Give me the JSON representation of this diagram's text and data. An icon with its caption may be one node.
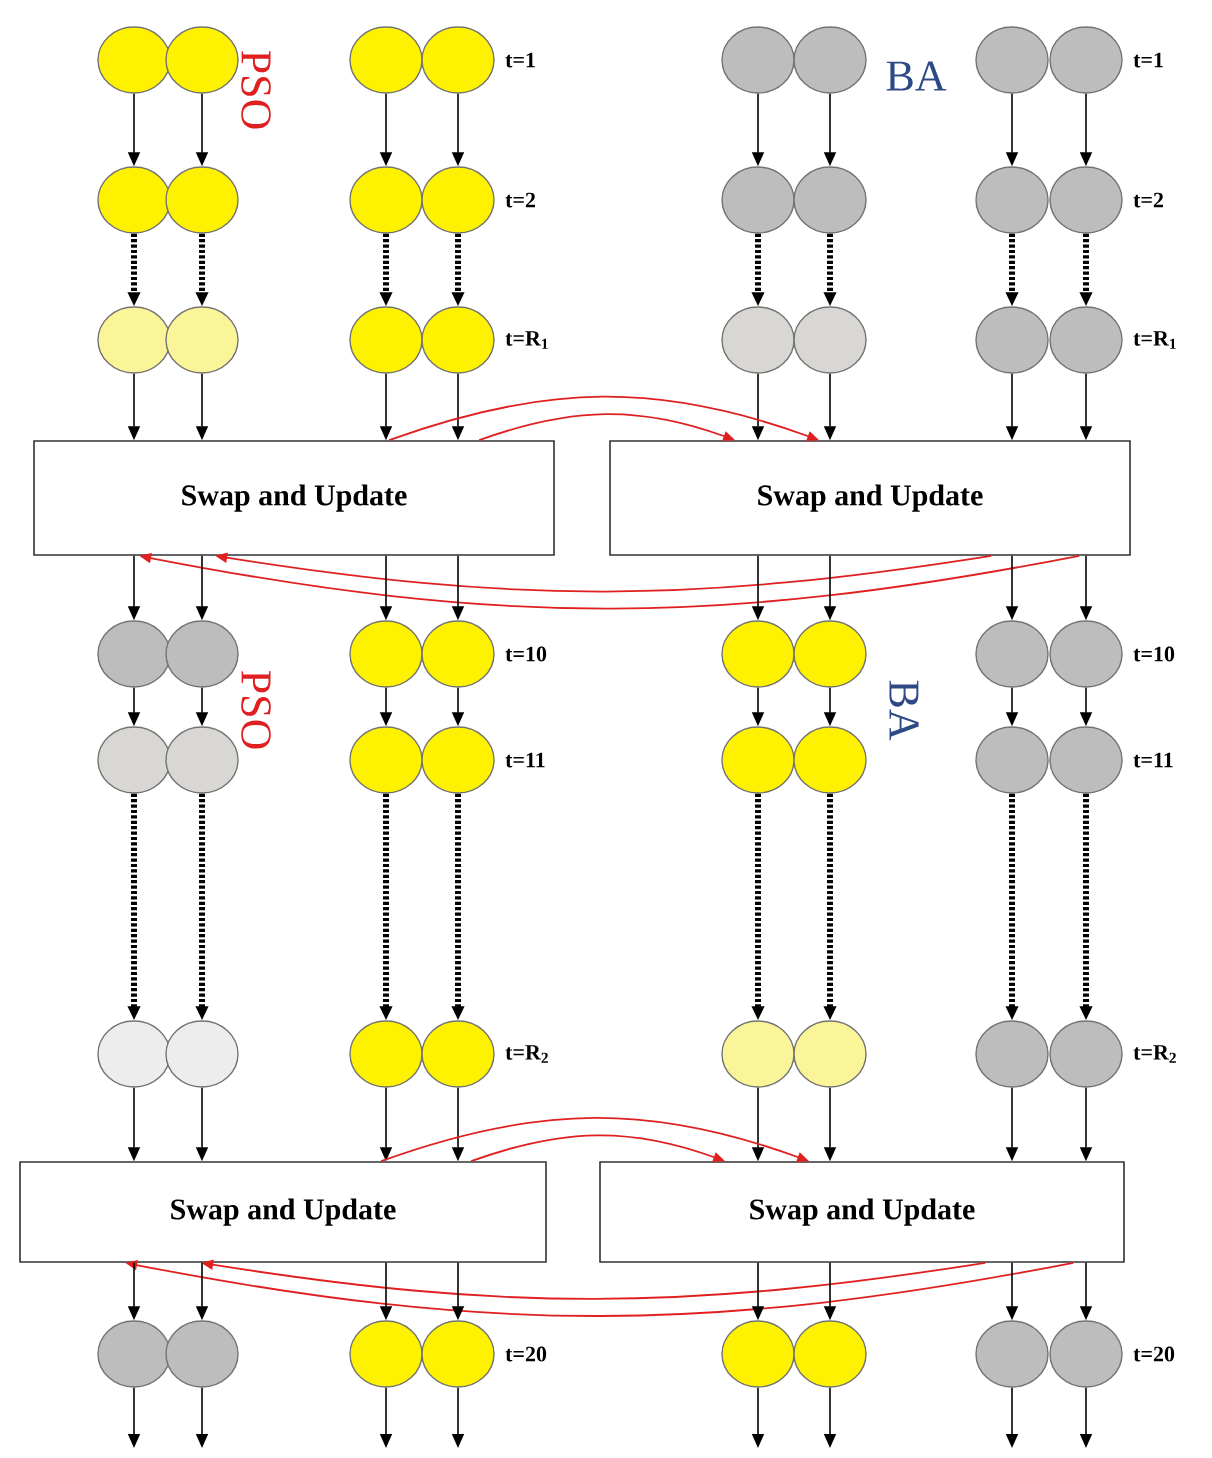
{
  "diagram": {
    "nodes": [
      {
        "text": [],
        "shape": "circle"
      },
      {
        "text": [],
        "shape": "circle"
      },
      {
        "text": [],
        "shape": "circle"
      },
      {
        "text": [],
        "shape": "circle",
        "beside": [
          "t=1"
        ]
      },
      {
        "text": [],
        "shape": "circle"
      },
      {
        "text": [],
        "shape": "circle"
      },
      {
        "text": [],
        "shape": "circle"
      },
      {
        "text": [],
        "shape": "circle",
        "beside": [
          "t=1"
        ]
      },
      {
        "text": [],
        "shape": "circle"
      },
      {
        "text": [],
        "shape": "circle"
      },
      {
        "text": [],
        "shape": "circle"
      },
      {
        "text": [],
        "shape": "circle",
        "beside": [
          "t=2"
        ]
      },
      {
        "text": [],
        "shape": "circle"
      },
      {
        "text": [],
        "shape": "circle"
      },
      {
        "text": [],
        "shape": "circle"
      },
      {
        "text": [],
        "shape": "circle",
        "beside": [
          "t=2"
        ]
      },
      {
        "text": [],
        "shape": "circle"
      },
      {
        "text": [],
        "shape": "circle"
      },
      {
        "text": [],
        "shape": "circle"
      },
      {
        "text": [],
        "shape": "circle",
        "beside": [
          "t=R$_{1}$"
        ]
      },
      {
        "text": [],
        "shape": "circle"
      },
      {
        "text": [],
        "shape": "circle"
      },
      {
        "text": [],
        "shape": "circle"
      },
      {
        "text": [],
        "shape": "circle",
        "beside": [
          "t=R$_{1}$"
        ]
      },
      {
        "text": [
          "Swap and Update"
        ]
      },
      {
        "text": [
          "Swap and Update"
        ]
      },
      {
        "text": [],
        "shape": "circle"
      },
      {
        "text": [],
        "shape": "circle"
      },
      {
        "text": [],
        "shape": "circle"
      },
      {
        "text": [],
        "shape": "circle",
        "beside": [
          "t=10"
        ]
      },
      {
        "text": [],
        "shape": "circle"
      },
      {
        "text": [],
        "shape": "circle"
      },
      {
        "text": [],
        "shape": "circle"
      },
      {
        "text": [],
        "shape": "circle",
        "beside": [
          "t=10"
        ]
      },
      {
        "text": [],
        "shape": "circle"
      },
      {
        "text": [],
        "shape": "circle"
      },
      {
        "text": [],
        "shape": "circle"
      },
      {
        "text": [],
        "shape": "circle",
        "beside": [
          "t=11"
        ]
      },
      {
        "text": [],
        "shape": "circle"
      },
      {
        "text": [],
        "shape": "circle"
      },
      {
        "text": [],
        "shape": "circle"
      },
      {
        "text": [],
        "shape": "circle",
        "beside": [
          "t=11"
        ]
      },
      {
        "text": [],
        "shape": "circle"
      },
      {
        "text": [],
        "shape": "circle"
      },
      {
        "text": [],
        "shape": "circle"
      },
      {
        "text": [],
        "shape": "circle",
        "beside": [
          "t=R$_{2}$"
        ]
      },
      {
        "text": [],
        "shape": "circle"
      },
      {
        "text": [],
        "shape": "circle"
      },
      {
        "text": [],
        "shape": "circle"
      },
      {
        "text": [],
        "shape": "circle",
        "beside": [
          "t=R$_{2}$"
        ]
      },
      {
        "text": [
          "Swap and Update"
        ]
      },
      {
        "text": [
          "Swap and Update"
        ]
      },
      {
        "text": [],
        "shape": "circle"
      },
      {
        "text": [],
        "shape": "circle"
      },
      {
        "text": [],
        "shape": "circle"
      },
      {
        "text": [],
        "shape": "circle",
        "beside": [
          "t=20"
        ]
      },
      {
        "text": [],
        "shape": "circle"
      },
      {
        "text": [],
        "shape": "circle"
      },
      {
        "text": [],
        "shape": "circle"
      },
      {
        "text": [],
        "shape": "circle",
        "beside": [
          "t=20"
        ]
      }
    ],
    "edges": [
      {
        "from": 0,
        "to": 8,
        "arrow": "to"
      },
      {
        "from": 1,
        "to": 9,
        "arrow": "to"
      },
      {
        "from": 2,
        "to": 10,
        "arrow": "to"
      },
      {
        "from": 3,
        "to": 11,
        "arrow": "to"
      },
      {
        "from": 4,
        "to": 12,
        "arrow": "to"
      },
      {
        "from": 5,
        "to": 13,
        "arrow": "to"
      },
      {
        "from": 6,
        "to": 14,
        "arrow": "to"
      },
      {
        "from": 7,
        "to": 15,
        "arrow": "to"
      },
      {
        "from": 8,
        "to": 16,
        "arrow": "to",
        "style": "dashed"
      },
      {
        "from": 9,
        "to": 17,
        "arrow": "to",
        "style": "dashed"
      },
      {
        "from": 10,
        "to": 18,
        "arrow": "to",
        "style": "dashed"
      },
      {
        "from": 11,
        "to": 19,
        "arrow": "to",
        "style": "dashed"
      },
      {
        "from": 12,
        "to": 20,
        "arrow": "to",
        "style": "dashed"
      },
      {
        "from": 13,
        "to": 21,
        "arrow": "to",
        "style": "dashed"
      },
      {
        "from": 14,
        "to": 22,
        "arrow": "to",
        "style": "dashed"
      },
      {
        "from": 15,
        "to": 23,
        "arrow": "to",
        "style": "dashed"
      },
      {
        "from": 16,
        "to": 24,
        "arrow": "to"
      },
      {
        "from": 17,
        "to": 24,
        "arrow": "to"
      },
      {
        "from": 18,
        "to": 24,
        "arrow": "to"
      },
      {
        "from": 19,
        "to": 24,
        "arrow": "to"
      },
      {
        "from": 20,
        "to": 25,
        "arrow": "to"
      },
      {
        "from": 21,
        "to": 25,
        "arrow": "to"
      },
      {
        "from": 22,
        "to": 25,
        "arrow": "to"
      },
      {
        "from": 23,
        "to": 25,
        "arrow": "to"
      },
      {
        "from": 24,
        "to": 25,
        "arrow": "to",
        "color": "#e02020"
      },
      {
        "from": 24,
        "to": 25,
        "arrow": "to",
        "color": "#e02020"
      },
      {
        "from": 25,
        "to": 24,
        "arrow": "to",
        "color": "#e02020"
      },
      {
        "from": 25,
        "to": 24,
        "arrow": "to",
        "color": "#e02020"
      },
      {
        "from": 24,
        "to": 26,
        "arrow": "to"
      },
      {
        "from": 24,
        "to": 27,
        "arrow": "to"
      },
      {
        "from": 24,
        "to": 28,
        "arrow": "to"
      },
      {
        "from": 24,
        "to": 29,
        "arrow": "to"
      },
      {
        "from": 25,
        "to": 30,
        "arrow": "to"
      },
      {
        "from": 25,
        "to": 31,
        "arrow": "to"
      },
      {
        "from": 25,
        "to": 32,
        "arrow": "to"
      },
      {
        "from": 25,
        "to": 33,
        "arrow": "to"
      },
      {
        "from": 26,
        "to": 34,
        "arrow": "to"
      },
      {
        "from": 27,
        "to": 35,
        "arrow": "to"
      },
      {
        "from": 28,
        "to": 36,
        "arrow": "to"
      },
      {
        "from": 29,
        "to": 37,
        "arrow": "to"
      },
      {
        "from": 30,
        "to": 38,
        "arrow": "to"
      },
      {
        "from": 31,
        "to": 39,
        "arrow": "to"
      },
      {
        "from": 32,
        "to": 40,
        "arrow": "to"
      },
      {
        "from": 33,
        "to": 41,
        "arrow": "to"
      },
      {
        "from": 34,
        "to": 42,
        "arrow": "to",
        "style": "dashed"
      },
      {
        "from": 35,
        "to": 43,
        "arrow": "to",
        "style": "dashed"
      },
      {
        "from": 36,
        "to": 44,
        "arrow": "to",
        "style": "dashed"
      },
      {
        "from": 37,
        "to": 45,
        "arrow": "to",
        "style": "dashed"
      },
      {
        "from": 38,
        "to": 46,
        "arrow": "to",
        "style": "dashed"
      },
      {
        "from": 39,
        "to": 47,
        "arrow": "to",
        "style": "dashed"
      },
      {
        "from": 40,
        "to": 48,
        "arrow": "to",
        "style": "dashed"
      },
      {
        "from": 41,
        "to": 49,
        "arrow": "to",
        "style": "dashed"
      },
      {
        "from": 42,
        "to": 50,
        "arrow": "to"
      },
      {
        "from": 43,
        "to": 50,
        "arrow": "to"
      },
      {
        "from": 44,
        "to": 50,
        "arrow": "to"
      },
      {
        "from": 45,
        "to": 50,
        "arrow": "to"
      },
      {
        "from": 46,
        "to": 51,
        "arrow": "to"
      },
      {
        "from": 47,
        "to": 51,
        "arrow": "to"
      },
      {
        "from": 48,
        "to": 51,
        "arrow": "to"
      },
      {
        "from": 49,
        "to": 51,
        "arrow": "to"
      },
      {
        "from": 50,
        "to": 51,
        "arrow": "to",
        "color": "#e02020"
      },
      {
        "from": 50,
        "to": 51,
        "arrow": "to",
        "color": "#e02020"
      },
      {
        "from": 51,
        "to": 50,
        "arrow": "to",
        "color": "#e02020"
      },
      {
        "from": 51,
        "to": 50,
        "arrow": "to",
        "color": "#e02020"
      },
      {
        "from": 50,
        "to": 52,
        "arrow": "to"
      },
      {
        "from": 50,
        "to": 53,
        "arrow": "to"
      },
      {
        "from": 50,
        "to": 54,
        "arrow": "to"
      },
      {
        "from": 50,
        "to": 55,
        "arrow": "to"
      },
      {
        "from": 51,
        "to": 56,
        "arrow": "to"
      },
      {
        "from": 51,
        "to": 57,
        "arrow": "to"
      },
      {
        "from": 51,
        "to": 58,
        "arrow": "to"
      },
      {
        "from": 51,
        "to": 59,
        "arrow": "to"
      },
      {
        "from": 52,
        "to": null,
        "arrow": "to"
      },
      {
        "from": 53,
        "to": null,
        "arrow": "to"
      },
      {
        "from": 54,
        "to": null,
        "arrow": "to"
      },
      {
        "from": 55,
        "to": null,
        "arrow": "to"
      },
      {
        "from": 56,
        "to": null,
        "arrow": "to"
      },
      {
        "from": 57,
        "to": null,
        "arrow": "to"
      },
      {
        "from": 58,
        "to": null,
        "arrow": "to"
      },
      {
        "from": 59,
        "to": null,
        "arrow": "to"
      }
    ],
    "labels": [
      "PSO",
      "BA",
      "PSO",
      "BA"
    ]
  }
}
